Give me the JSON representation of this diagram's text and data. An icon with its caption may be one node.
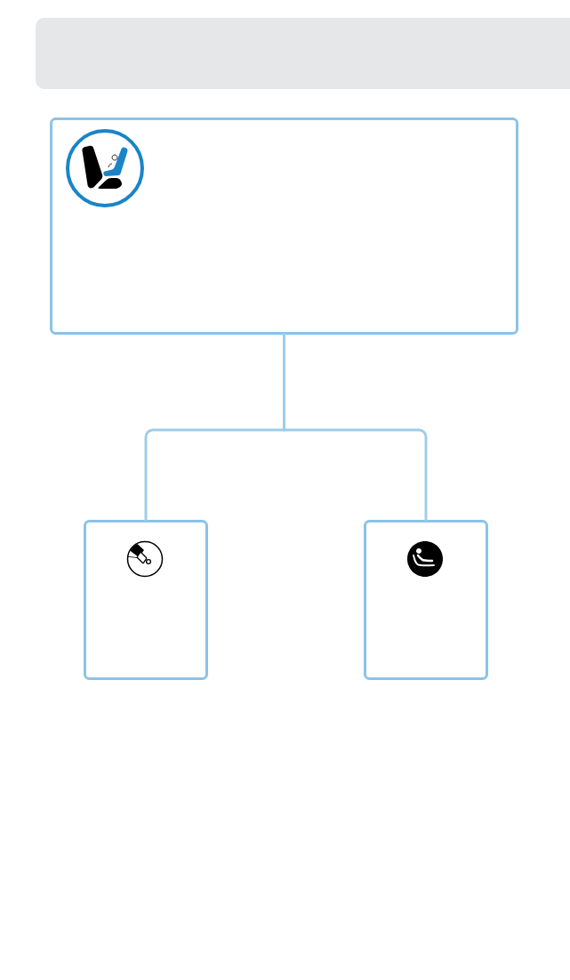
{
  "diagram": {
    "nodes": [
      {
        "text": [],
        "shape": "box"
      },
      {
        "text": [],
        "shape": "box"
      },
      {
        "text": [],
        "shape": "box"
      }
    ],
    "edges": [
      {
        "from": 0,
        "to": 1,
        "arrow": "none"
      },
      {
        "from": 0,
        "to": 2,
        "arrow": "none"
      }
    ]
  }
}
